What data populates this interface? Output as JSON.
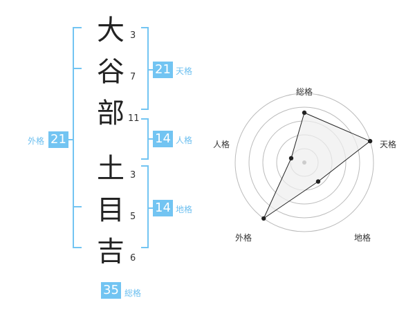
{
  "name": {
    "chars": [
      {
        "char": "大",
        "strokes": "3"
      },
      {
        "char": "谷",
        "strokes": "7"
      },
      {
        "char": "部",
        "strokes": "11"
      },
      {
        "char": "土",
        "strokes": "3"
      },
      {
        "char": "目",
        "strokes": "5"
      },
      {
        "char": "吉",
        "strokes": "6"
      }
    ]
  },
  "kakusu": {
    "tenkaku": {
      "value": "21",
      "label": "天格"
    },
    "jinkaku": {
      "value": "14",
      "label": "人格"
    },
    "chikaku": {
      "value": "14",
      "label": "地格"
    },
    "gaikaku": {
      "value": "21",
      "label": "外格"
    },
    "soukaku": {
      "value": "35",
      "label": "総格"
    }
  },
  "radar": {
    "labels": {
      "top": "総格",
      "right": "天格",
      "bottom_right": "地格",
      "bottom_left": "外格",
      "left": "人格"
    },
    "levels": 5
  },
  "colors": {
    "accent": "#72c4f2",
    "line": "#222222",
    "ring": "#bbbbbb",
    "fill": "#eeeeee"
  }
}
